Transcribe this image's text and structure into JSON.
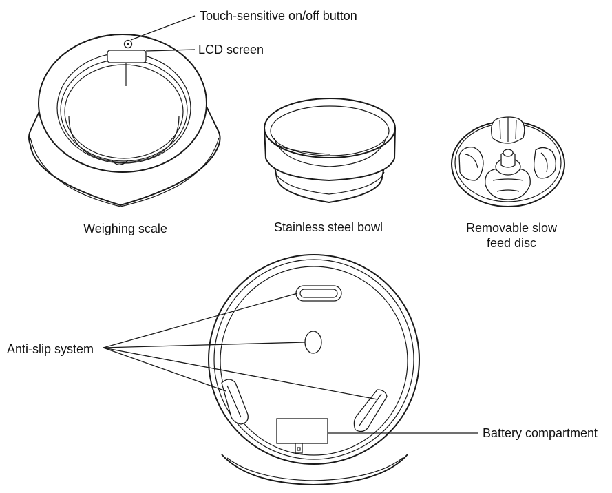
{
  "labels": {
    "touch_button": "Touch-sensitive on/off button",
    "lcd_screen": "LCD screen",
    "weighing_scale": "Weighing scale",
    "steel_bowl": "Stainless steel bowl",
    "slow_feed_disc_line1": "Removable slow",
    "slow_feed_disc_line2": "feed disc",
    "anti_slip": "Anti-slip system",
    "battery": "Battery compartment"
  },
  "colors": {
    "line": "#1a1a1a",
    "background": "#ffffff"
  }
}
